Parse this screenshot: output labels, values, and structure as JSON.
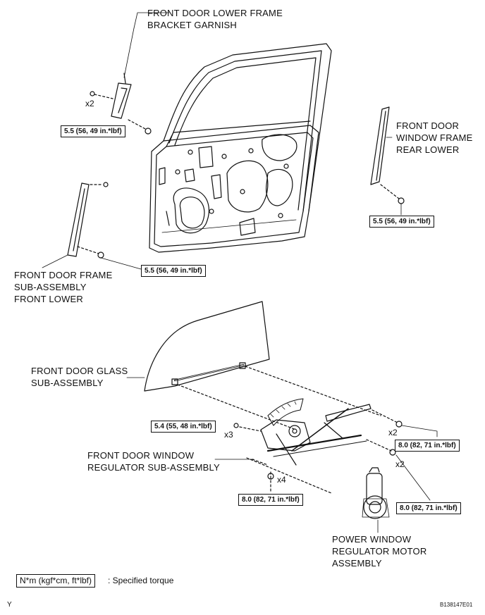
{
  "labels": {
    "lower_frame_bracket_garnish": [
      "FRONT DOOR LOWER FRAME",
      "BRACKET GARNISH"
    ],
    "window_frame_rear_lower": [
      "FRONT DOOR",
      "WINDOW FRAME",
      "REAR LOWER"
    ],
    "frame_sub_assembly_front_lower": [
      "FRONT DOOR FRAME",
      "SUB-ASSEMBLY",
      "FRONT LOWER"
    ],
    "glass_sub_assembly": [
      "FRONT DOOR GLASS",
      "SUB-ASSEMBLY"
    ],
    "window_regulator_sub_assembly": [
      "FRONT DOOR WINDOW",
      "REGULATOR SUB-ASSEMBLY"
    ],
    "power_window_regulator_motor": [
      "POWER WINDOW",
      "REGULATOR MOTOR",
      "ASSEMBLY"
    ]
  },
  "torques": {
    "garnish": "5.5 (56, 49 in.*lbf)",
    "rear_lower": "5.5 (56, 49 in.*lbf)",
    "front_lower": "5.5 (56, 49 in.*lbf)",
    "regulator_front": "5.4 (55, 48 in.*lbf)",
    "regulator_right_upper": "8.0 (82, 71 in.*lbf)",
    "regulator_bottom": "8.0 (82, 71 in.*lbf)",
    "motor": "8.0 (82, 71 in.*lbf)"
  },
  "quantities": {
    "garnish_clips": "x2",
    "regulator_front_bolts": "x3",
    "regulator_right_upper": "x2",
    "regulator_right_lower": "x2",
    "regulator_bottom": "x4"
  },
  "legend": {
    "unit_box": "N*m (kgf*cm, ft*lbf)",
    "description": ": Specified torque"
  },
  "corner": {
    "left": "Y",
    "right": "B138147E01"
  }
}
